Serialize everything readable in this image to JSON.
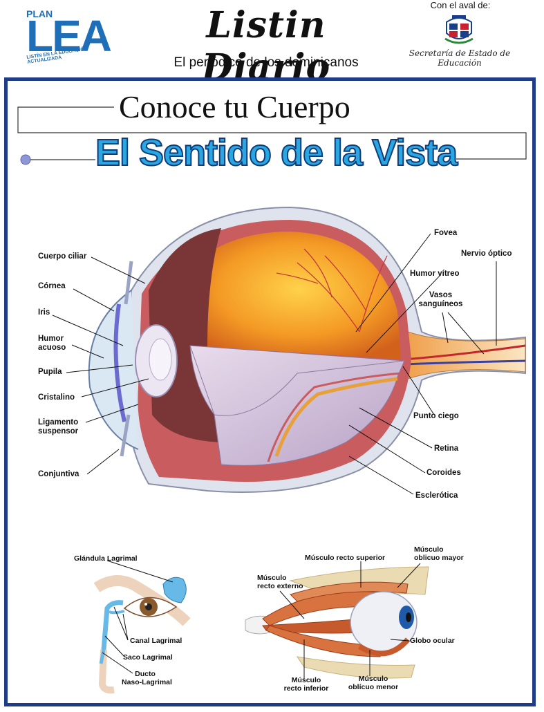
{
  "header": {
    "plan_word": "PLAN",
    "lea_word": "LEA",
    "lea_tagline": "LISTÍN EN LA EDUCACIÓN ACTUALIZADA",
    "paper_name": "Listin Diario",
    "paper_tagline": "El periódico de los dominicanos",
    "endorsement_label": "Con el aval de:",
    "endorser": "Secretaría de Estado de Educación"
  },
  "titles": {
    "section": "Conoce tu Cuerpo",
    "main": "El Sentido de la Vista"
  },
  "eye_labels": {
    "cuerpo_ciliar": "Cuerpo ciliar",
    "cornea": "Córnea",
    "iris": "Iris",
    "humor_acuoso_1": "Humor",
    "humor_acuoso_2": "acuoso",
    "pupila": "Pupila",
    "cristalino": "Cristalino",
    "ligamento_1": "Ligamento",
    "ligamento_2": "suspensor",
    "conjuntiva": "Conjuntiva",
    "fovea": "Fovea",
    "nervio_optico": "Nervio óptico",
    "humor_vitreo": "Humor vítreo",
    "vasos_1": "Vasos",
    "vasos_2": "sanguíneos",
    "punto_ciego": "Punto ciego",
    "retina": "Retina",
    "coroides": "Coroides",
    "esclerotica": "Esclerótica"
  },
  "lacrimal_labels": {
    "glandula": "Glándula Lagrimal",
    "canal": "Canal Lagrimal",
    "saco": "Saco Lagrimal",
    "ducto_1": "Ducto",
    "ducto_2": "Naso-Lagrimal"
  },
  "muscle_labels": {
    "recto_superior": "Músculo recto superior",
    "oblicuo_mayor_1": "Músculo",
    "oblicuo_mayor_2": "oblicuo mayor",
    "recto_externo_1": "Músculo",
    "recto_externo_2": "recto externo",
    "globo_ocular": "Globo ocular",
    "recto_inferior_1": "Músculo",
    "recto_inferior_2": "recto inferior",
    "oblicuo_menor_1": "Músculo",
    "oblicuo_menor_2": "oblícuo menor"
  },
  "colors": {
    "frame_blue": "#1f3c86",
    "title_cyan": "#2aa7e1",
    "lea_blue": "#1e6fb8"
  }
}
